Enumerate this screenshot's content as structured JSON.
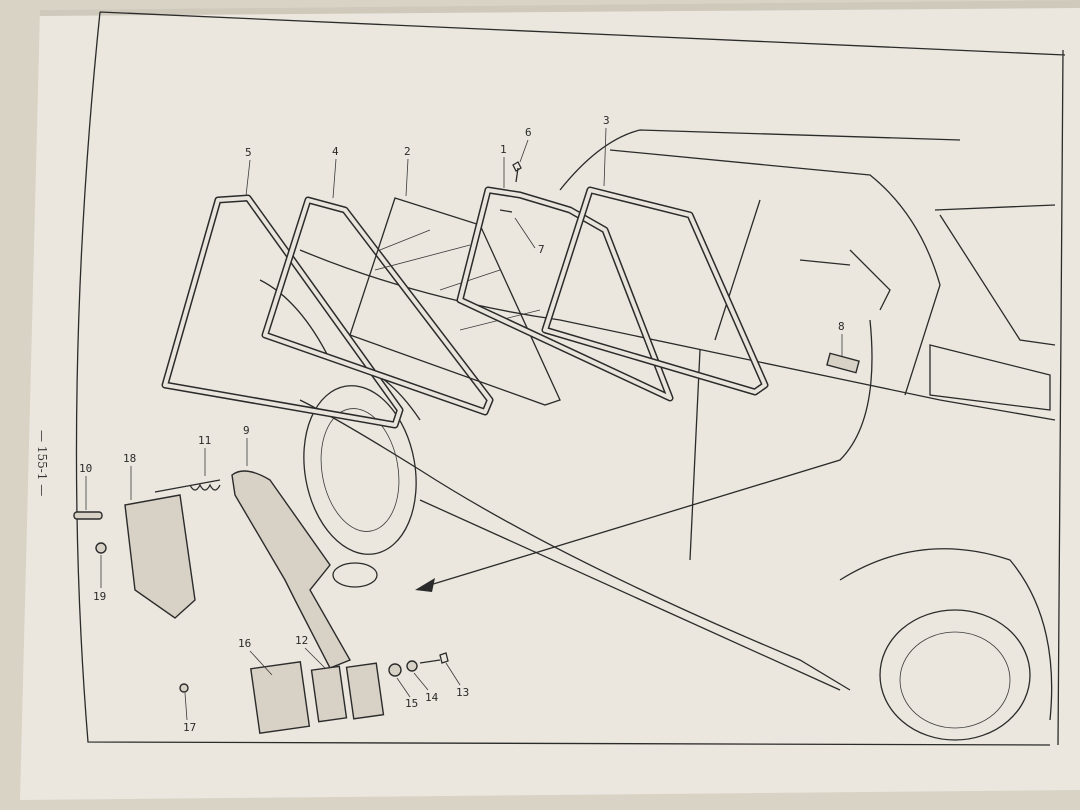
{
  "page": {
    "page_number": "— 155-1 —",
    "paper_color": "#ebe7de",
    "ink_color": "#2b2b2b"
  },
  "callouts": [
    "1",
    "2",
    "3",
    "4",
    "5",
    "6",
    "7",
    "8",
    "9",
    "10",
    "11",
    "12",
    "13",
    "14",
    "15",
    "16",
    "17",
    "18",
    "19"
  ]
}
